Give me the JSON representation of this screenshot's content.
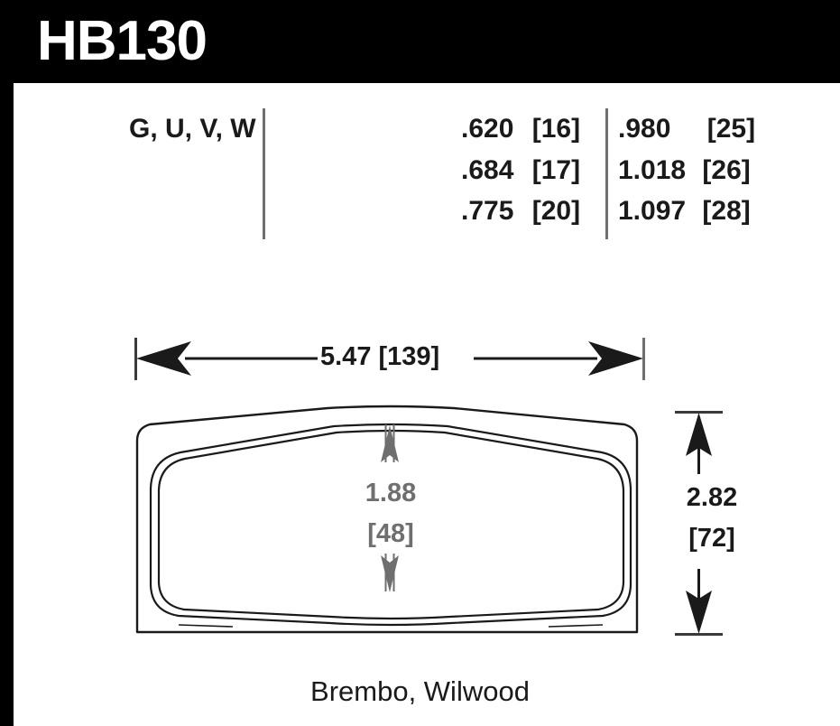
{
  "header": {
    "part_number": "HB130",
    "background_color": "#000000",
    "text_color": "#ffffff"
  },
  "spec_table": {
    "compound_codes": "G, U, V, W",
    "divider_color": "#6f6f6f",
    "thickness_column_a": [
      {
        "inch": ".620",
        "mm": "[16]"
      },
      {
        "inch": ".684",
        "mm": "[17]"
      },
      {
        "inch": ".775",
        "mm": "[20]"
      }
    ],
    "thickness_column_b": [
      {
        "inch": ".980",
        "mm": "[25]"
      },
      {
        "inch": "1.018",
        "mm": "[26]"
      },
      {
        "inch": "1.097",
        "mm": "[28]"
      }
    ]
  },
  "dimensions": {
    "overall_width": {
      "inch": "5.47",
      "mm": "[139]",
      "label": "5.47 [139]",
      "color": "#1a1a1a"
    },
    "overall_height": {
      "inch": "2.82",
      "mm": "[72]",
      "color": "#1a1a1a"
    },
    "friction_height": {
      "inch": "1.88",
      "mm": "[48]",
      "color": "#6f6f6f"
    }
  },
  "footer": {
    "applications": "Brembo, Wilwood"
  },
  "drawing": {
    "pad_outline_color": "#1a1a1a",
    "pad_fill_color": "#ffffff",
    "inner_contour_color": "#1a1a1a"
  }
}
